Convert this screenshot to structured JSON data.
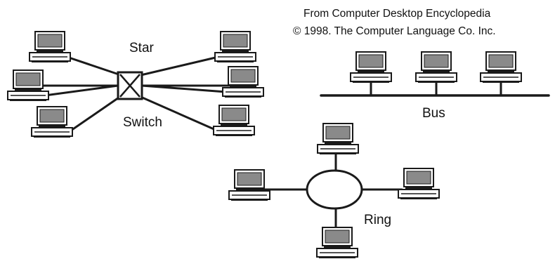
{
  "credit": {
    "line1": "From Computer Desktop Encyclopedia",
    "line2": "© 1998. The Computer Language Co. Inc."
  },
  "labels": {
    "star": "Star",
    "switch": "Switch",
    "bus": "Bus",
    "ring": "Ring"
  },
  "topologies": {
    "star": {
      "computers": 6,
      "hub": "switch"
    },
    "bus": {
      "computers": 3
    },
    "ring": {
      "computers": 4
    }
  },
  "colors": {
    "ink": "#1a1a1a",
    "screen": "#8a8a8a",
    "paper": "#ffffff"
  },
  "icons": {
    "computer": "desktop-computer-icon",
    "switch": "switch-box-icon",
    "ring": "ring-ellipse-icon"
  }
}
